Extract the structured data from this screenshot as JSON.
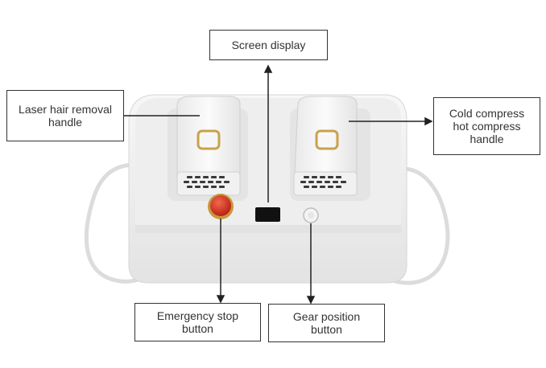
{
  "labels": {
    "screen": "Screen display",
    "laser": [
      "Laser hair removal",
      "handle"
    ],
    "cold": [
      "Cold compress",
      "hot compress",
      "handle"
    ],
    "emergency": [
      "Emergency stop",
      "button"
    ],
    "gear": [
      "Gear position",
      "button"
    ]
  },
  "colors": {
    "line": "#222222",
    "device_body": "#f2f2f2",
    "device_top": "#eaeaea",
    "stop_button": "#d42a1f",
    "gold_accent": "#c9a24a"
  },
  "icons": {
    "emergency": "emergency-stop-icon",
    "screen": "display-screen-icon",
    "gear": "gear-knob-icon"
  }
}
